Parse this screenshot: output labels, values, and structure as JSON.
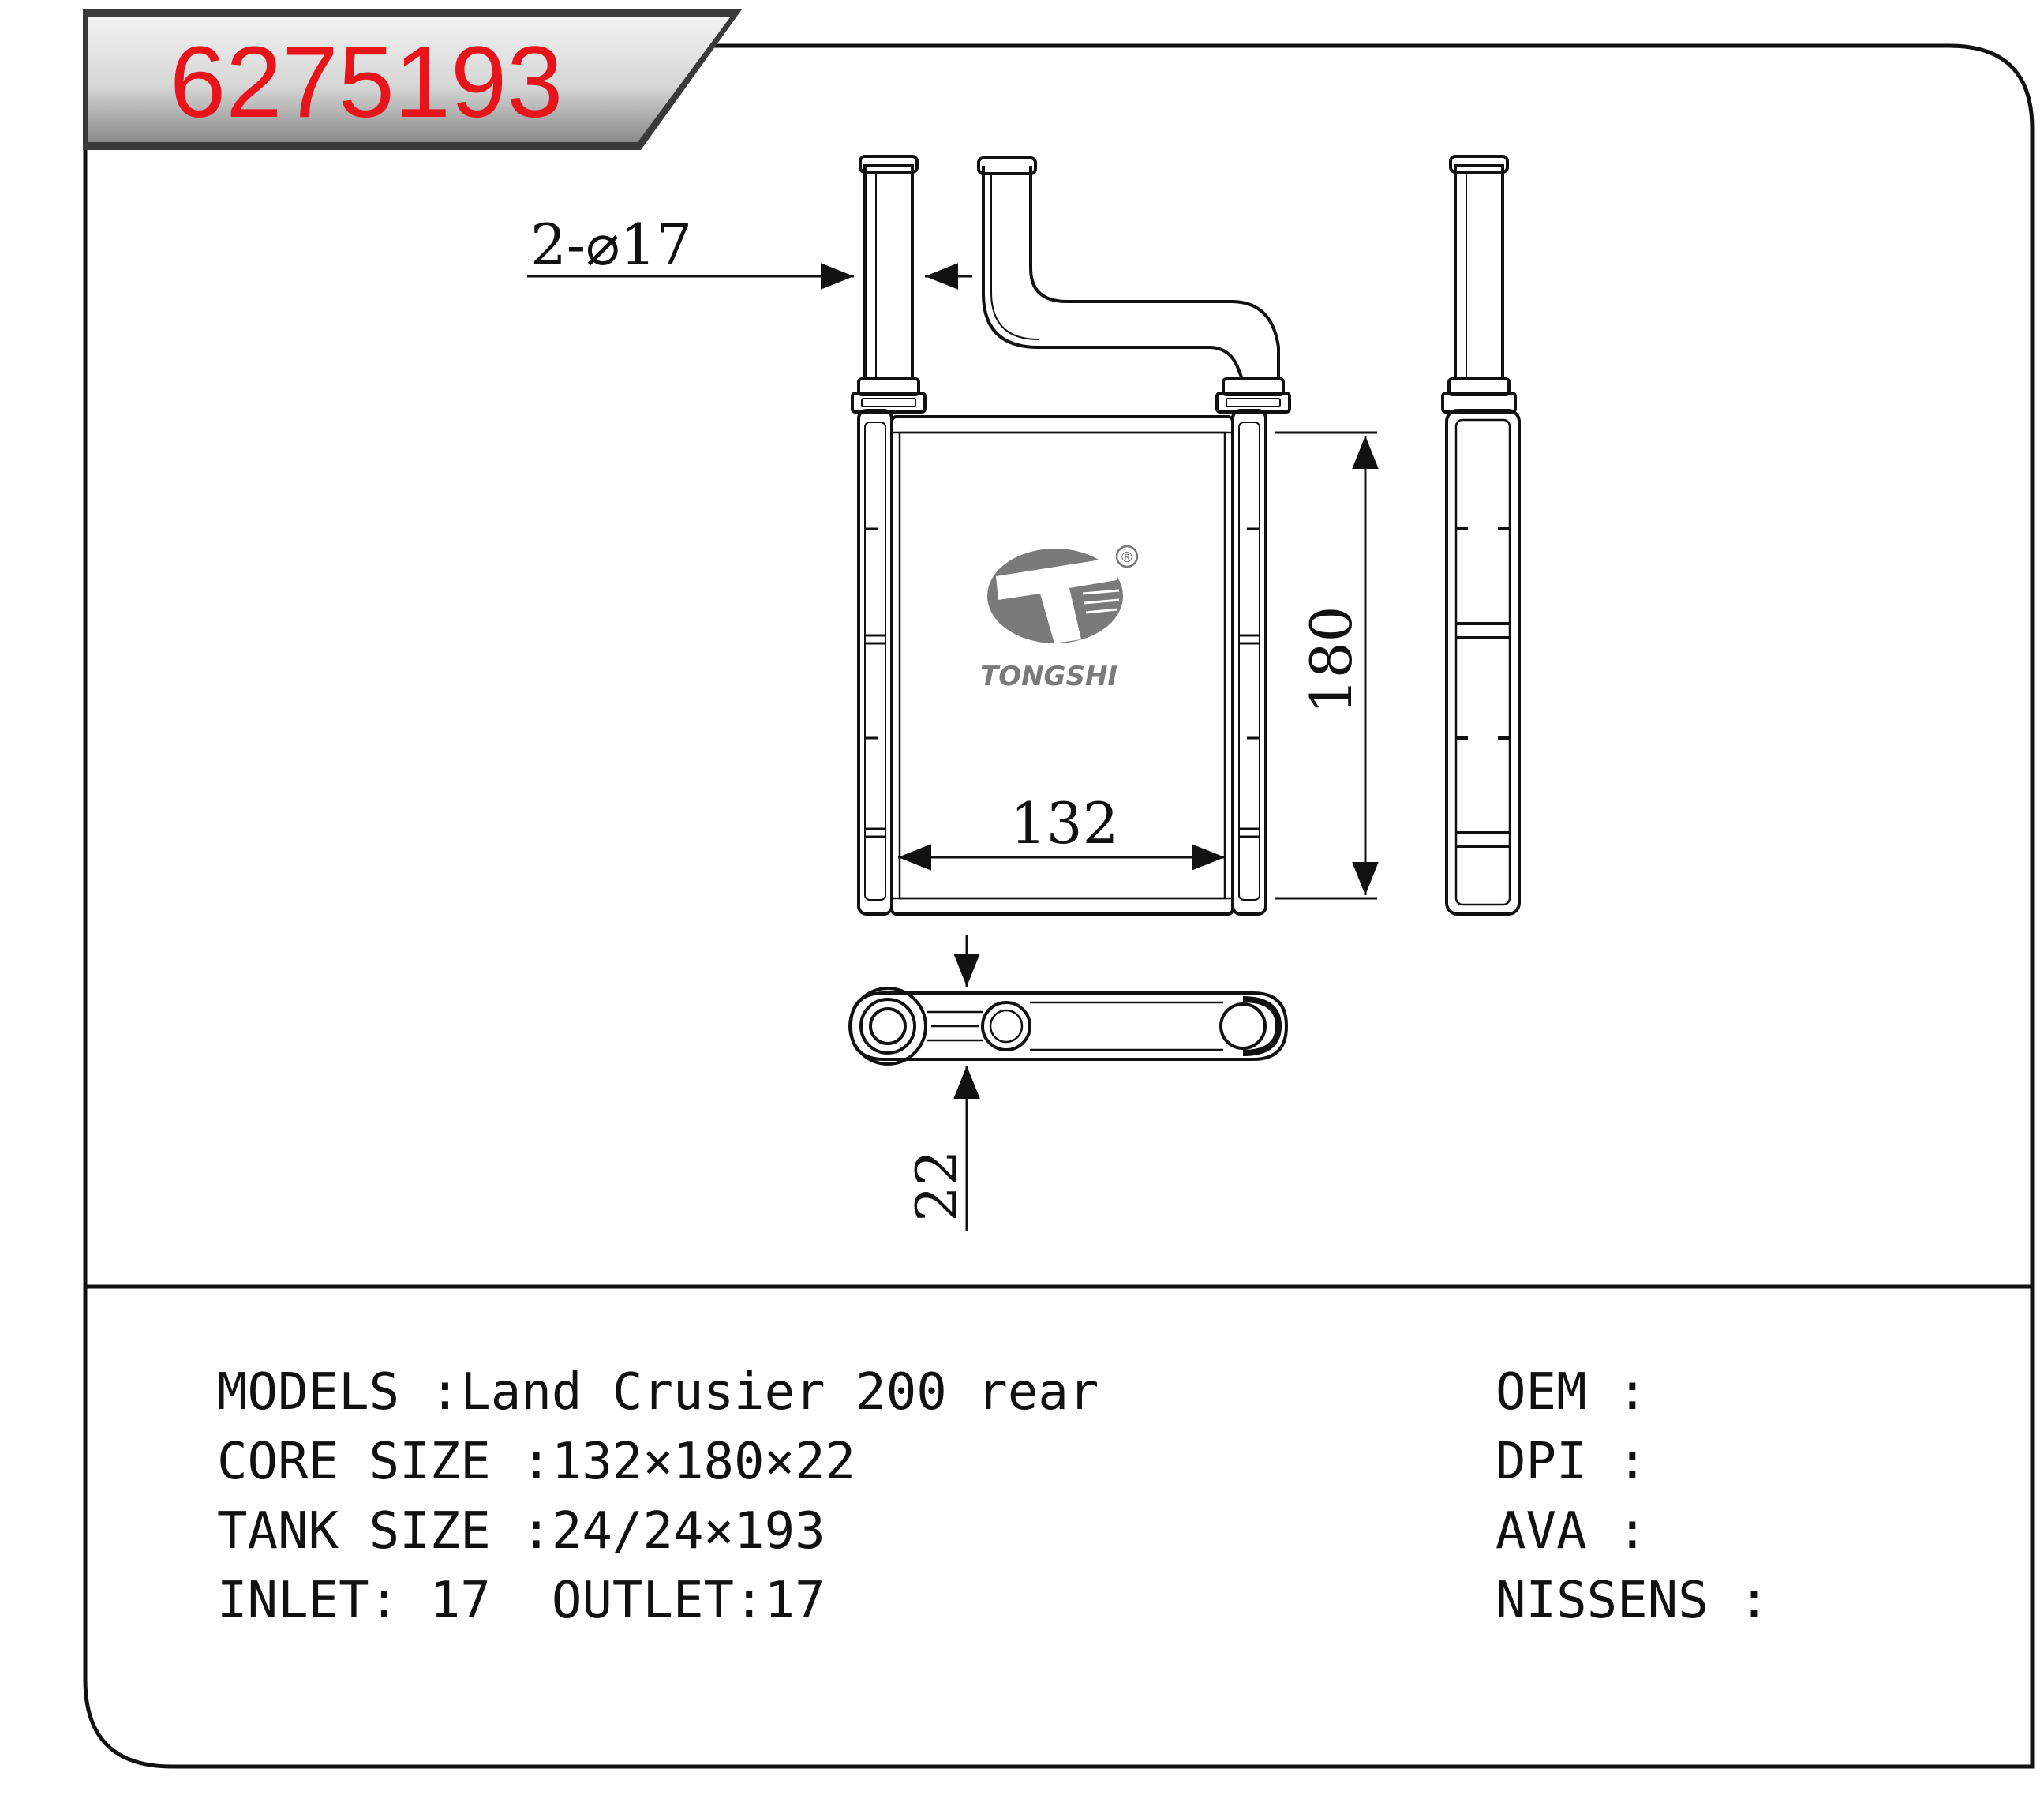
{
  "part_number": "6275193",
  "colors": {
    "part_number": "#e8141c",
    "banner_dark": "#3a3a3a",
    "banner_light": "#e6e6e6",
    "line": "#111111",
    "logo": "#7a7a7a"
  },
  "logo": {
    "name": "tongshi-logo",
    "text": "TONGSHI",
    "registered_mark": "®"
  },
  "dimensions": {
    "pipe_diameter": "2-⌀17",
    "core_width": "132",
    "core_height": "180",
    "core_depth": "22"
  },
  "specs_left": [
    "MODELS :Land Crusier 200 rear",
    "CORE SIZE :132×180×22",
    "TANK SIZE :24/24×193",
    "INLET: 17  OUTLET:17"
  ],
  "specs_right": [
    "OEM :",
    "DPI :",
    "AVA :",
    "NISSENS :"
  ]
}
